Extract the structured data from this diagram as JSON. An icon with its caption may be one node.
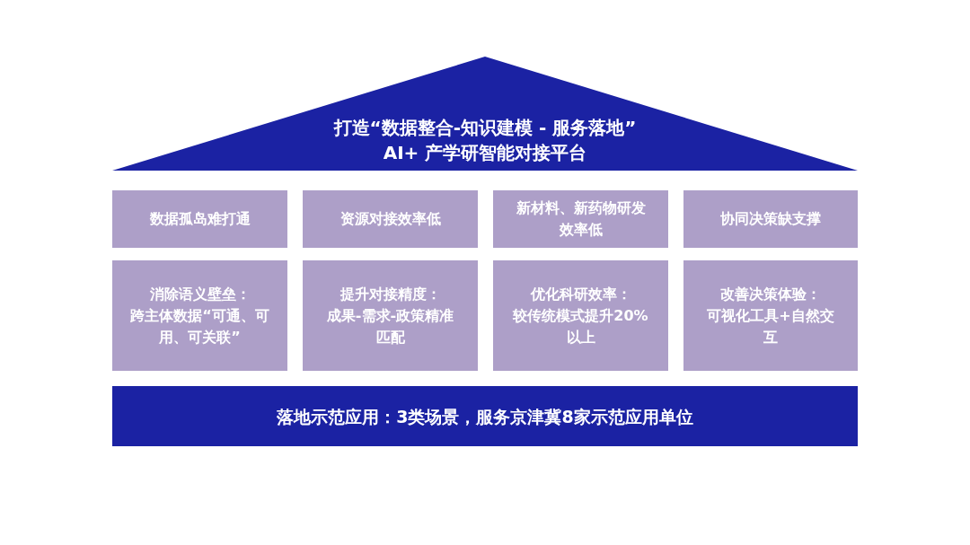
{
  "diagram": {
    "nodes": [
      {
        "text": [
          "打造“数据整合-知识建模 - 服务落地”",
          "AI+ 产学研智能对接平台"
        ]
      },
      {
        "text": [
          "数据孤岛难打通"
        ]
      },
      {
        "text": [
          "资源对接效率低"
        ]
      },
      {
        "text": [
          "新材料、新药物研发效率低"
        ]
      },
      {
        "text": [
          "协同决策缺支撑"
        ]
      },
      {
        "text": [
          "消除语义壁垒：",
          "跨主体数据“可通、可用、可关联”"
        ]
      },
      {
        "text": [
          "提升对接精度：",
          "成果-需求-政策精准匹配"
        ]
      },
      {
        "text": [
          "优化科研效率：",
          "较传统模式提升20% 以上"
        ]
      },
      {
        "text": [
          "改善决策体验：",
          "可视化工具+自然交互"
        ]
      },
      {
        "text": [
          "落地示范应用：3类场景，服务京津冀8家示范应用单位"
        ]
      }
    ],
    "edges": []
  }
}
